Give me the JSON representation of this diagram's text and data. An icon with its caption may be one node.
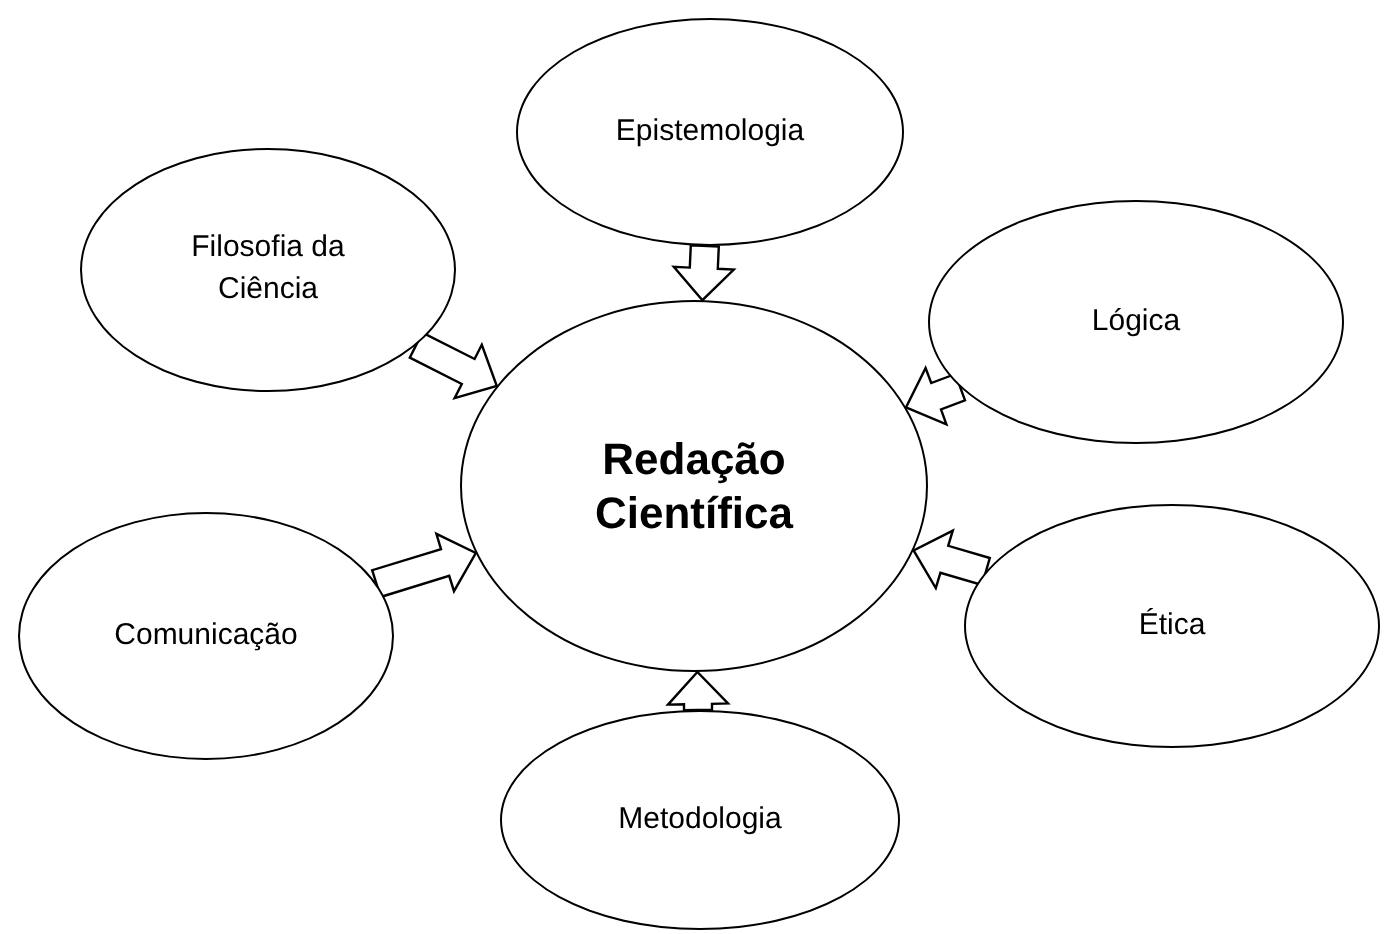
{
  "diagram": {
    "nodes": [
      {
        "text": [
          "Redação Científica"
        ]
      },
      {
        "text": [
          "Epistemologia"
        ]
      },
      {
        "text": [
          "Filosofia da Ciência"
        ]
      },
      {
        "text": [
          "Lógica"
        ]
      },
      {
        "text": [
          "Comunicação"
        ]
      },
      {
        "text": [
          "Ética"
        ]
      },
      {
        "text": [
          "Metodologia"
        ]
      }
    ],
    "edges": [
      {
        "from": 1,
        "to": 0,
        "arrow": "to"
      },
      {
        "from": 2,
        "to": 0,
        "arrow": "to"
      },
      {
        "from": 3,
        "to": 0,
        "arrow": "to"
      },
      {
        "from": 4,
        "to": 0,
        "arrow": "to"
      },
      {
        "from": 5,
        "to": 0,
        "arrow": "to"
      },
      {
        "from": 6,
        "to": 0,
        "arrow": "to"
      }
    ]
  }
}
